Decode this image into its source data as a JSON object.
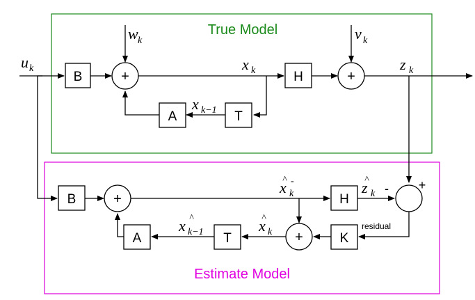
{
  "true_model": {
    "title": "True Model",
    "color": "#1a8a1a"
  },
  "estimate_model": {
    "title": "Estimate Model",
    "color": "#e000e0"
  },
  "blocks": {
    "B": "B",
    "H": "H",
    "A": "A",
    "T": "T",
    "K": "K"
  },
  "summers": {
    "plus": "+",
    "minus": "-"
  },
  "signals": {
    "u": "u",
    "u_sub": "k",
    "w": "w",
    "w_sub": "k",
    "v": "v",
    "v_sub": "k",
    "x": "x",
    "x_sub": "k",
    "xprev": "x",
    "xprev_sub": "k−1",
    "z": "z",
    "z_sub": "k",
    "xhat_minus": "x",
    "xhat_minus_sub": "k",
    "xhat_minus_sup": "-",
    "zhat": "z",
    "zhat_sub": "k",
    "xhat": "x",
    "xhat_sub": "k",
    "xhatprev": "x",
    "xhatprev_sub": "k−1",
    "hat": "^"
  },
  "residual_label": "residual"
}
